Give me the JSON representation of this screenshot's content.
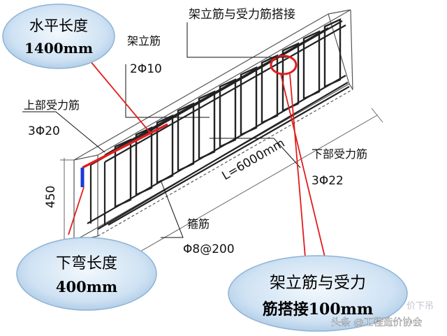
{
  "labels": {
    "top_lap": "架立筋与受力筋搭接",
    "erect_bar": "架立筋",
    "erect_bar_spec": "2Φ10",
    "top_bar": "上部受力筋",
    "top_bar_spec": "3Φ20",
    "height": "450",
    "length": "L=6000mm",
    "bottom_bar": "下部受力筋",
    "bottom_bar_spec": "3Φ22",
    "stirrup": "箍筋",
    "stirrup_spec": "Φ8@200"
  },
  "callouts": {
    "horizontal_length": [
      "水平长度",
      "1400mm"
    ],
    "bend_length": [
      "下弯长度",
      "400mm"
    ],
    "lap_length": [
      "架立筋与受力",
      "筋搭接100mm"
    ]
  },
  "watermark": {
    "text": "头条 @工程造价协会",
    "faded": "价下吊"
  },
  "colors": {
    "bubble_fill": "#c9def0",
    "bubble_edge": "#8fb3d6",
    "accent_red": "#e11d1d",
    "bar_blue": "#1a3ad8",
    "rebar": "#222222"
  }
}
